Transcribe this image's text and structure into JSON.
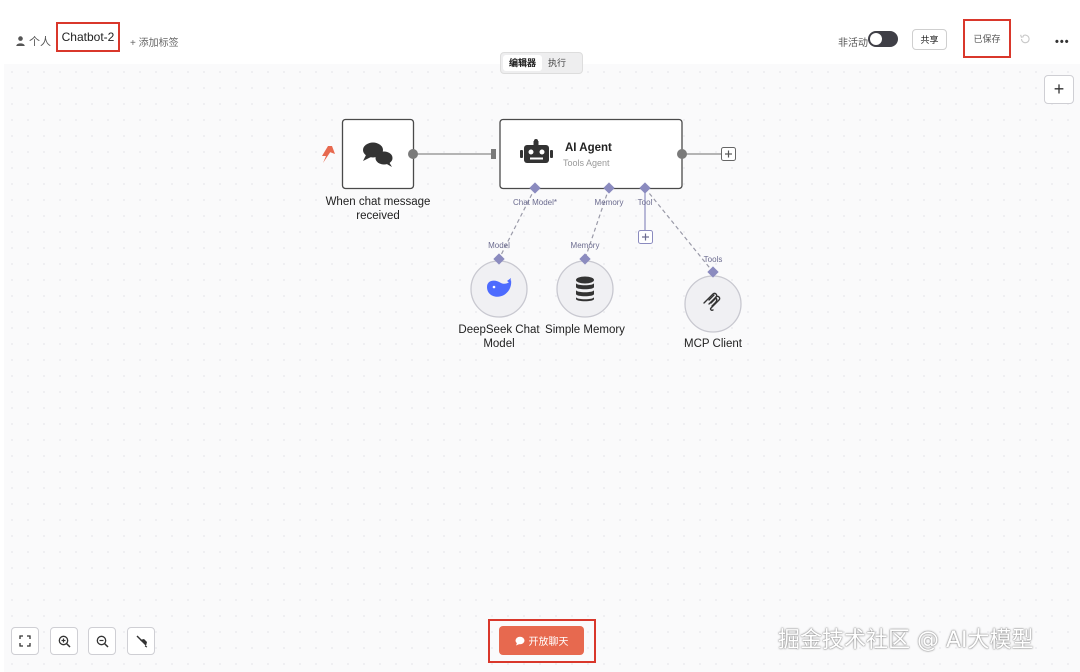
{
  "header": {
    "breadcrumb_owner": "个人",
    "workflow_name": "Chatbot-2",
    "add_tag": "+ 添加标签",
    "status_label": "非活动",
    "share_label": "共享",
    "saved_label": "已保存"
  },
  "mode_tabs": [
    {
      "label": "编辑器",
      "active": true
    },
    {
      "label": "执行",
      "active": false
    }
  ],
  "nodes": {
    "trigger": {
      "label_line1": "When chat message",
      "label_line2": "received"
    },
    "agent": {
      "title": "AI Agent",
      "subtitle": "Tools Agent"
    },
    "deepseek": {
      "label_line1": "DeepSeek Chat",
      "label_line2": "Model"
    },
    "memory": {
      "label": "Simple Memory"
    },
    "mcp": {
      "label": "MCP Client"
    }
  },
  "ports": {
    "chat_model": "Chat Model*",
    "memory": "Memory",
    "tool": "Tool",
    "model_in": "Model",
    "memory_in": "Memory",
    "tools_in": "Tools"
  },
  "footer": {
    "open_chat": "开放聊天",
    "watermark": "掘金技术社区 @ AI大模型"
  },
  "colors": {
    "accent": "#e7694f",
    "highlight_border": "#d9372b",
    "port": "#8b8bbf",
    "deepseek_blue": "#4d6bfe"
  }
}
